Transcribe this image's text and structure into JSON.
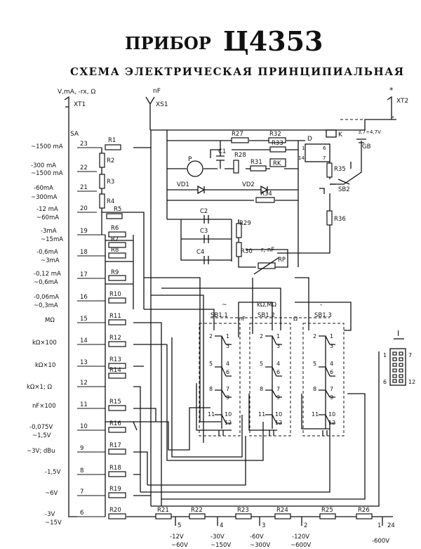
{
  "title": {
    "device": "ПРИБОР",
    "model": "Ц4353",
    "subtitle": "СХЕМА ЭЛЕКТРИЧЕСКАЯ ПРИНЦИПИАЛЬНАЯ"
  },
  "connectors": {
    "xt1_modes": "V,mA, -rx, Ω",
    "xt1": "XT1",
    "xs1_mode": "nF",
    "xs1": "XS1",
    "xt2_mode": "*",
    "xt2": "XT2",
    "switch": "SA"
  },
  "ranges": [
    {
      "label1": "~1500 mA",
      "label2": "",
      "pos": "23"
    },
    {
      "label1": "-300 mA",
      "label2": "~1500 mA",
      "pos": "22"
    },
    {
      "label1": "-60mA",
      "label2": "~300mA",
      "pos": "21"
    },
    {
      "label1": "-12 mA",
      "label2": "~60mA",
      "pos": "20"
    },
    {
      "label1": "-3mA",
      "label2": "~15mA",
      "pos": "19"
    },
    {
      "label1": "-0,6mA",
      "label2": "~3mA",
      "pos": "18"
    },
    {
      "label1": "-0,12 mA",
      "label2": "~0,6mA",
      "pos": "17"
    },
    {
      "label1": "-0,06mA",
      "label2": "~0,3mA",
      "pos": "16"
    },
    {
      "label1": "MΩ",
      "label2": "",
      "pos": "15"
    },
    {
      "label1": "kΩ×100",
      "label2": "",
      "pos": "14"
    },
    {
      "label1": "kΩ×10",
      "label2": "",
      "pos": "13"
    },
    {
      "label1": "kΩ×1; Ω",
      "label2": "",
      "pos": "12"
    },
    {
      "label1": "nF×100",
      "label2": "",
      "pos": "11"
    },
    {
      "label1": "-0,075V",
      "label2": "~1,5V",
      "pos": "10"
    },
    {
      "label1": "~3V; dBu",
      "label2": "",
      "pos": "9"
    },
    {
      "label1": "-1,5V",
      "label2": "",
      "pos": "8"
    },
    {
      "label1": "~6V",
      "label2": "",
      "pos": "7"
    },
    {
      "label1": "-3V",
      "label2": "~15V",
      "pos": "6"
    }
  ],
  "chain_resistors": [
    "R1",
    "R2",
    "R3",
    "R4",
    "R5",
    "R6",
    "R7",
    "R8",
    "R9",
    "R10",
    "R11",
    "R12",
    "R13",
    "R14",
    "R15",
    "R16",
    "R17",
    "R18",
    "R19",
    "R20"
  ],
  "bottom_resistors": [
    "R21",
    "R22",
    "R23",
    "R24",
    "R25",
    "R26"
  ],
  "bottom_positions": [
    "5",
    "4",
    "3",
    "2",
    "1",
    "24"
  ],
  "bottom_ranges": [
    {
      "label1": "-12V",
      "label2": "~60V"
    },
    {
      "label1": "-30V",
      "label2": "~150V"
    },
    {
      "label1": "-60V",
      "label2": "~300V"
    },
    {
      "label1": "-120V",
      "label2": "~600V"
    },
    {
      "label1": "-600V",
      "label2": ""
    }
  ],
  "components": {
    "R27": "R27",
    "R32": "R32",
    "R28": "R28",
    "R31": "R31",
    "R33": "R33",
    "RK": "RK",
    "C1": "C1",
    "P": "P",
    "VD1": "VD1",
    "VD2": "VD2",
    "R34": "R34",
    "C2": "C2",
    "C3": "C3",
    "C4": "C4",
    "R29": "R29",
    "R30": "R30",
    "RP": "RP",
    "RP_mode": "r, nF",
    "D": "D",
    "K": "K",
    "GB": "GB",
    "GB_voltage": "3,7÷4,7V",
    "R35": "R35",
    "R36": "R36",
    "SB2": "SB2"
  },
  "switches": [
    {
      "name": "SB1.1",
      "mode": "~",
      "mode2": "nF"
    },
    {
      "name": "SB1.2",
      "mode": "kΩ,MΩ",
      "mode2": "Ω"
    },
    {
      "name": "SB1.3",
      "mode": "-",
      "mode2": ""
    }
  ],
  "switch_pins": [
    "2",
    "1",
    "3",
    "5",
    "4",
    "6",
    "8",
    "7",
    "9",
    "11",
    "10",
    "12"
  ],
  "chip_pins": {
    "p1": "1",
    "p6": "6",
    "p7": "7",
    "p14": "14"
  },
  "connector_view": {
    "title": "I",
    "pin1": "1",
    "pin7": "7",
    "pin6": "6",
    "pin12": "12"
  }
}
